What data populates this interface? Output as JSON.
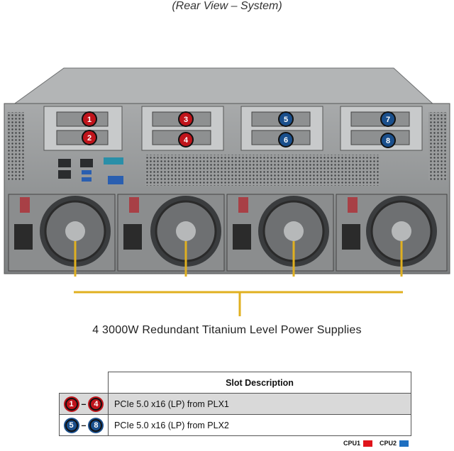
{
  "caption": "(Rear View – System)",
  "slots": {
    "cpu1_group": [
      "1",
      "2",
      "3",
      "4"
    ],
    "cpu2_group": [
      "5",
      "6",
      "7",
      "8"
    ]
  },
  "psu_caption": "4 3000W Redundant Titanium Level Power Supplies",
  "table": {
    "header": "Slot Description",
    "rows": [
      {
        "from": "1",
        "to": "4",
        "dash": "–",
        "description": "PCIe 5.0 x16 (LP) from PLX1"
      },
      {
        "from": "5",
        "to": "8",
        "dash": "–",
        "description": "PCIe 5.0 x16 (LP) from PLX2"
      }
    ]
  },
  "legend": {
    "cpu1": "CPU1",
    "cpu2": "CPU2",
    "cpu1_color": "#e0141b",
    "cpu2_color": "#1f6fc0"
  },
  "colors": {
    "cpu1_badge": "#c0141b",
    "cpu2_badge": "#1a4f8c",
    "connector_line": "#e0b020"
  }
}
